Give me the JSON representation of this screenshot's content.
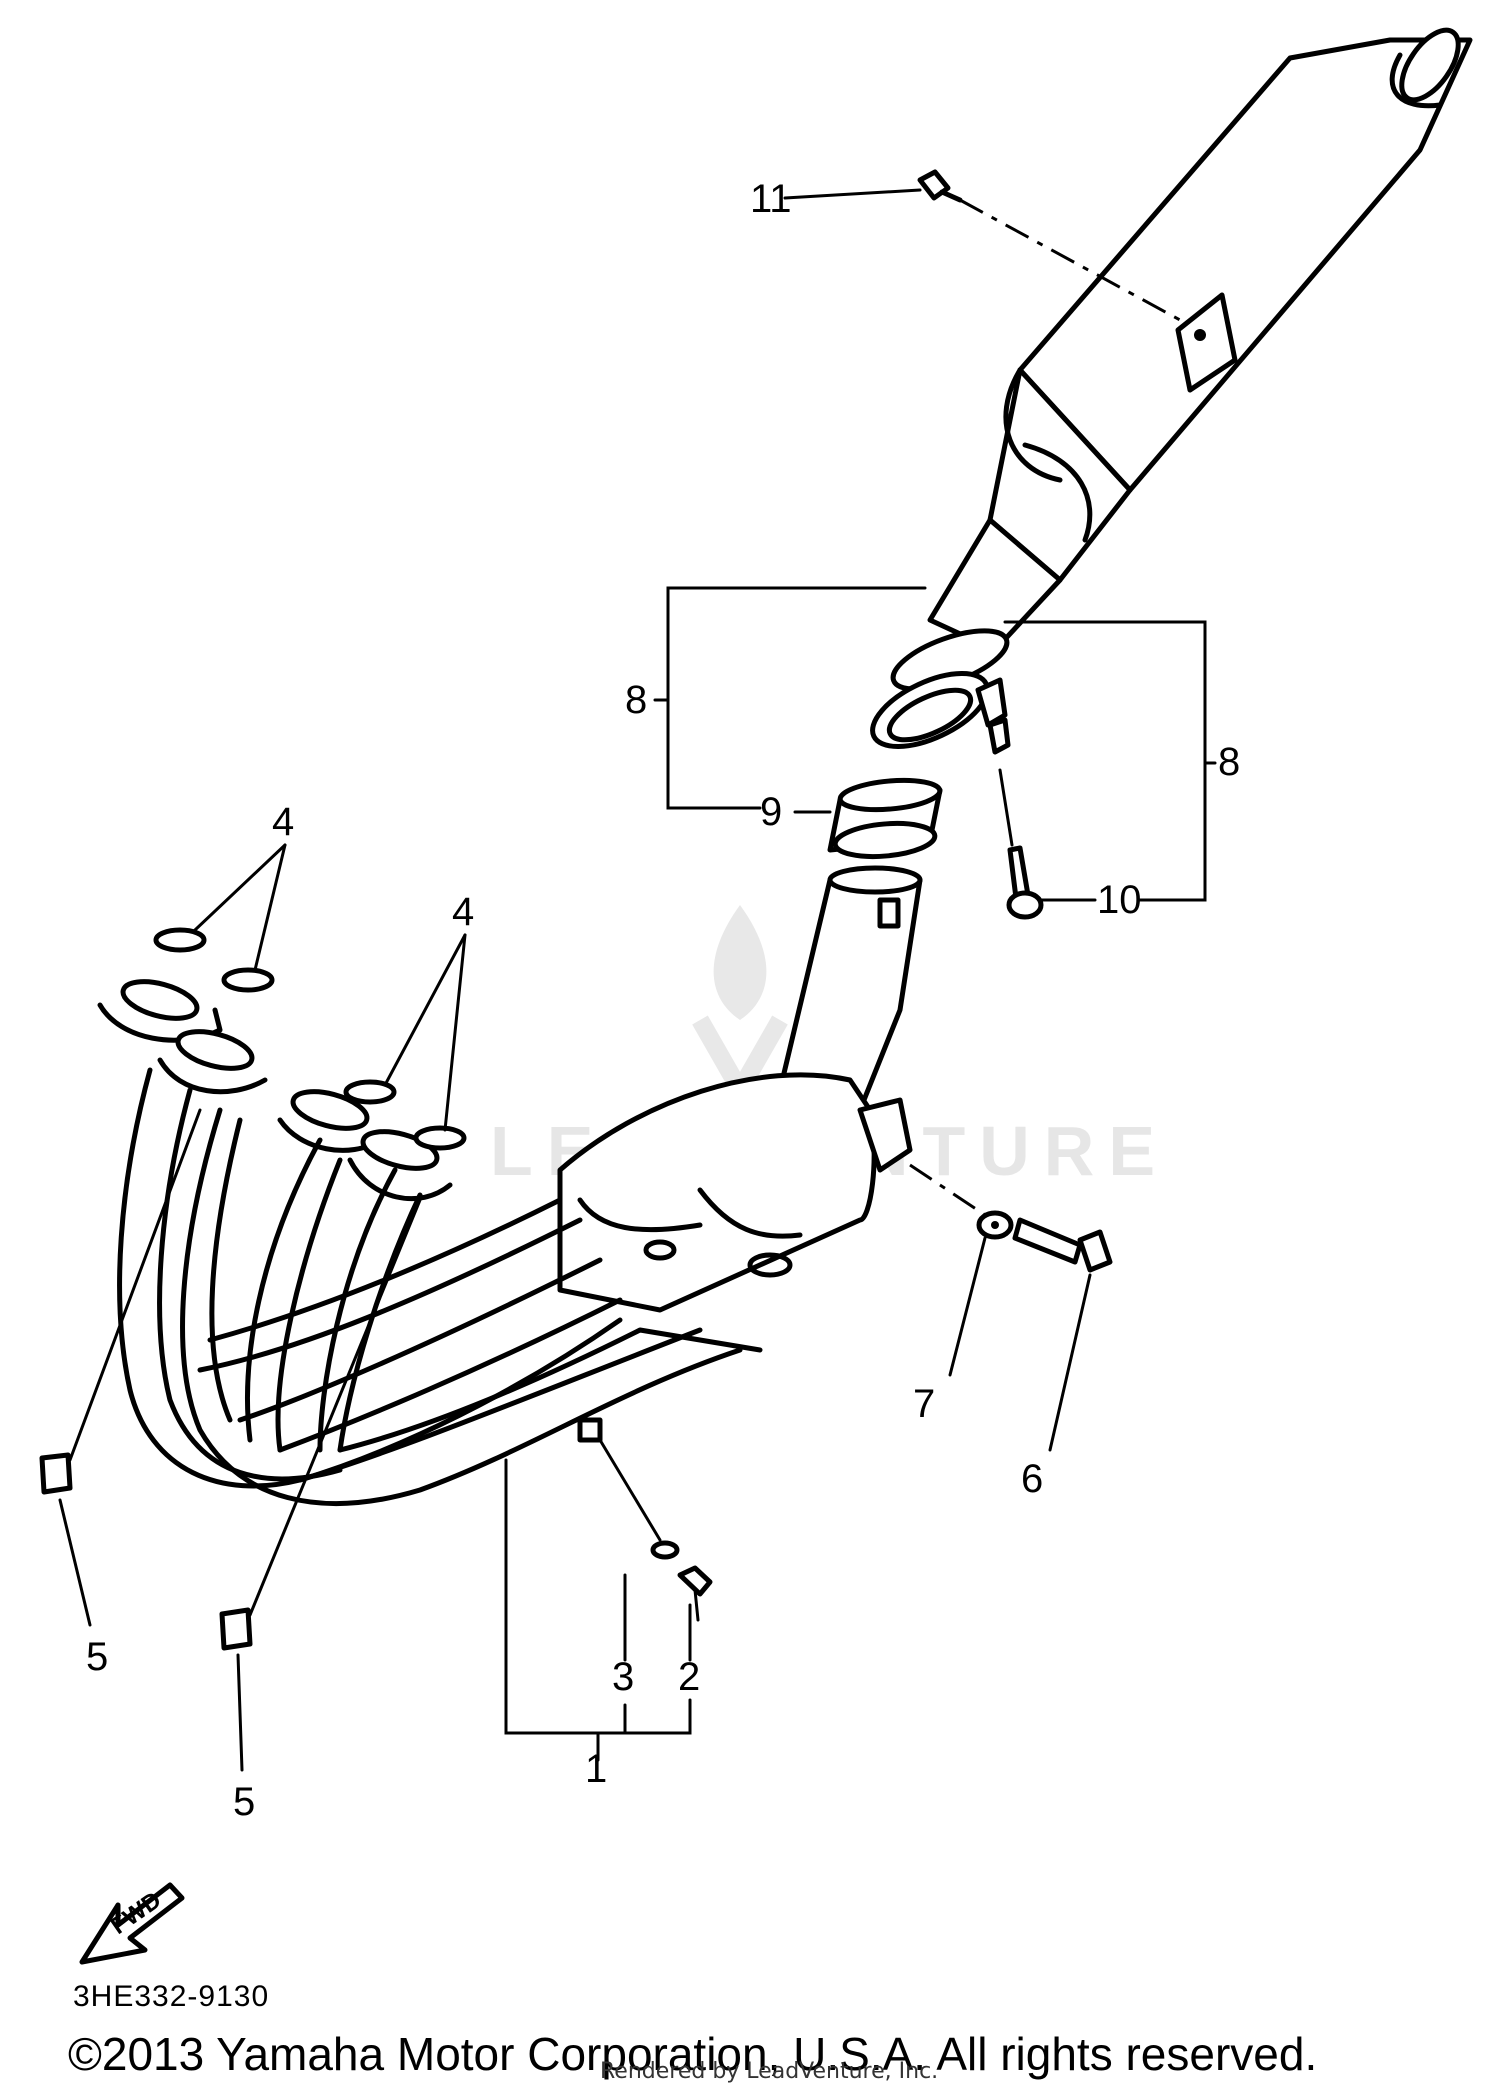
{
  "watermark": {
    "text": "LEADVENTURE"
  },
  "callouts": [
    "1",
    "2",
    "3",
    "4",
    "4",
    "5",
    "5",
    "6",
    "7",
    "8",
    "8",
    "9",
    "10",
    "11"
  ],
  "fwd_label": "FWD",
  "diagram_code": "3HE332-9130",
  "copyright": "©2013 Yamaha Motor Corporation, U.S.A. All rights reserved.",
  "rendered_by": "Rendered by LeadVenture, Inc."
}
